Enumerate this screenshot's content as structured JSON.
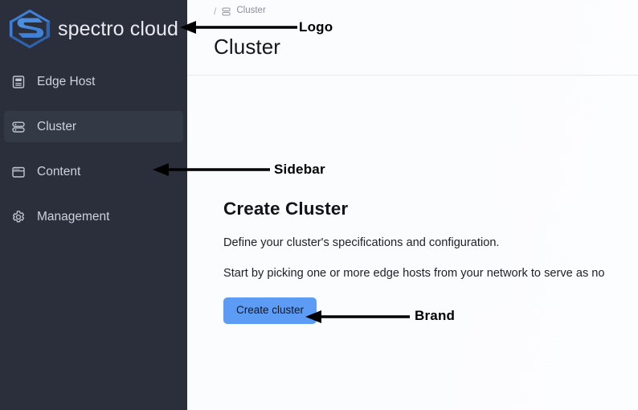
{
  "brand": {
    "name": "spectro cloud",
    "logo_icon": "spectro-cloud-hex-s-logo",
    "logo_color": "#3d7fd6",
    "accent_color": "#5c9cf5"
  },
  "sidebar": {
    "background_color": "#2a2f3b",
    "active_item_color": "#333945",
    "items": [
      {
        "label": "Edge Host",
        "icon": "edge-host-icon",
        "active": false
      },
      {
        "label": "Cluster",
        "icon": "cluster-stack-icon",
        "active": true
      },
      {
        "label": "Content",
        "icon": "content-window-icon",
        "active": false
      },
      {
        "label": "Management",
        "icon": "gear-icon",
        "active": false
      }
    ]
  },
  "header": {
    "breadcrumb": {
      "separator": "/",
      "icon": "cluster-stack-icon",
      "label": "Cluster"
    },
    "page_title": "Cluster"
  },
  "main": {
    "heading": "Create Cluster",
    "paragraph_1": "Define your cluster's specifications and configuration.",
    "paragraph_2": "Start by picking one or more edge hosts from your network to serve as no",
    "create_button": "Create cluster"
  },
  "annotations": [
    {
      "label": "Logo",
      "points_to": "sidebar-logo"
    },
    {
      "label": "Sidebar",
      "points_to": "sidebar"
    },
    {
      "label": "Brand",
      "points_to": "create-cluster-button"
    }
  ]
}
